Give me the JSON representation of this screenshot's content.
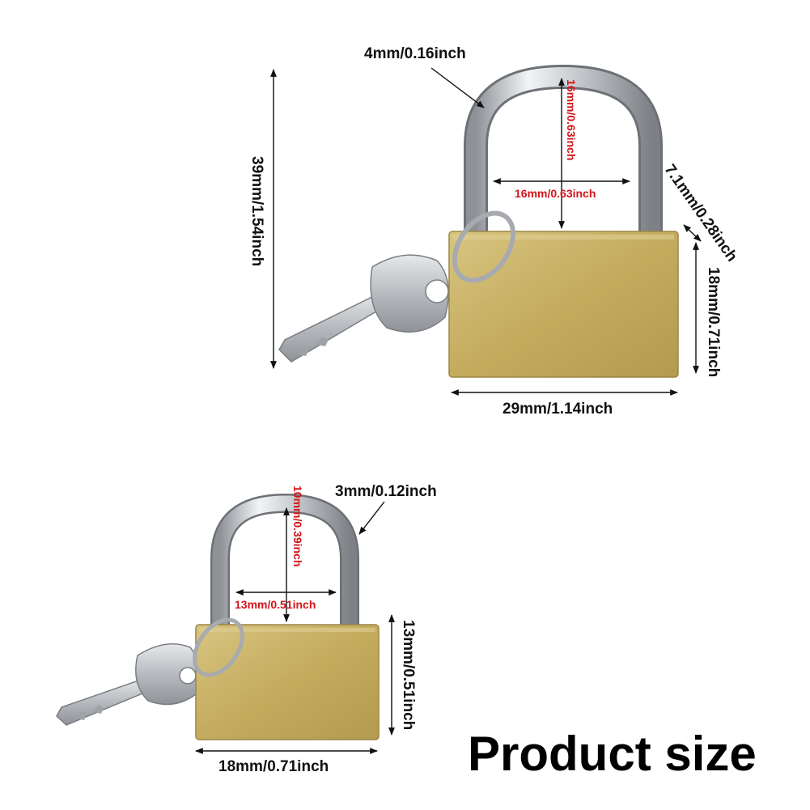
{
  "large_lock": {
    "shackle_thickness": "4mm/0.16inch",
    "total_height": "39mm/1.54inch",
    "shackle_inner_height": "16mm/0.63inch",
    "shackle_inner_width": "16mm/0.63inch",
    "body_thickness": "7.1mm/0.28inch",
    "body_height": "18mm/0.71inch",
    "body_width": "29mm/1.14inch"
  },
  "small_lock": {
    "shackle_thickness": "3mm/0.12inch",
    "shackle_inner_height": "10mm/0.39inch",
    "shackle_inner_width": "13mm/0.51inch",
    "body_height": "13mm/0.51inch",
    "body_width": "18mm/0.71inch"
  },
  "title": "Product size",
  "colors": {
    "brass": "#c9b36a",
    "steel": "#c8ccd0",
    "dimension_text": "#111111",
    "inner_dimension_text": "#d3141b"
  }
}
